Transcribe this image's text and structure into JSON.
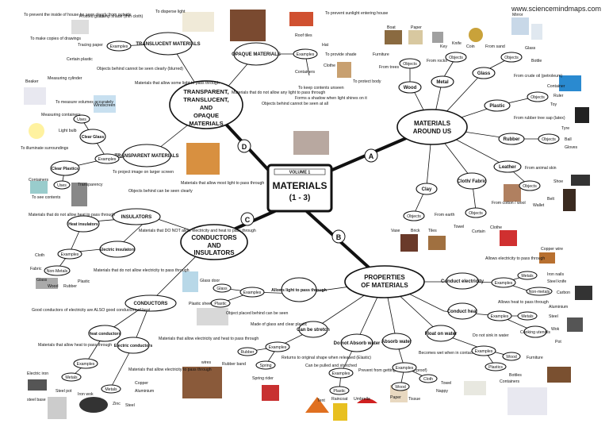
{
  "site": "www.sciencemindmaps.com",
  "center": {
    "volume": "VOLUME 1",
    "title": "MATERIALS",
    "sub": "(1 - 3)"
  },
  "letters": {
    "a": "A",
    "b": "B",
    "c": "C",
    "d": "D"
  },
  "around": {
    "title": "MATERIALS AROUND US",
    "wood": "Wood",
    "metal": "Metal",
    "glass": "Glass",
    "plastic": "Plastic",
    "rubber": "Rubber",
    "leather": "Leather",
    "cloth": "Cloth/ Fabric",
    "clay": "Clay",
    "objects": "Objects",
    "from_trees": "From trees",
    "from_rocks": "From rocks",
    "from_sand": "From sand",
    "from_crude": "From crude oil (petroleum)",
    "from_rubber_tree": "From rubber tree sap (latex)",
    "from_animal": "From animal skin",
    "from_cotton": "From cotton / wool",
    "from_earth": "From earth",
    "furniture": "Furniture",
    "boat": "Boat",
    "paper": "Paper",
    "key": "Key",
    "knife": "Knife",
    "coin": "Coin",
    "mirror": "Mirror",
    "glass_obj": "Glass",
    "bottle": "Bottle",
    "container": "Container",
    "ruler": "Ruler",
    "toy": "Toy",
    "tyre": "Tyre",
    "ball": "Ball",
    "gloves": "Gloves",
    "shoe": "Shoe",
    "belt": "Belt",
    "wallet": "Wallet",
    "towel": "Towel",
    "curtain": "Curtain",
    "clothe": "Clothe",
    "vase": "Vase",
    "brick": "Brick",
    "tiles": "Tiles"
  },
  "props": {
    "title": "PROPERTIES OF MATERIALS",
    "conduct_elec": "Conduct electricity",
    "conduct_heat": "Conduct heat",
    "float": "Float on water",
    "absorb": "Absorb water",
    "not_absorb": "Do not Absorb water",
    "stretch": "Can be stretch",
    "light": "Allows light to pass through",
    "elec_desc": "Allows electricity to pass through",
    "heat_desc": "Allows heat to pass through",
    "float_desc": "Do not sink in water",
    "absorb_desc": "Becomes wet when in contact with water",
    "not_absorb_desc": "Prevent from getting wet (Waterproof)",
    "stretch_desc": "Can be pulled and stretched",
    "stretch_desc2": "Returns to original shape when released (Elastic)",
    "light_desc": "Object placed behind can be seen",
    "light_desc2": "Made of glass and clear plastic",
    "examples": "Examples",
    "metals": "Metals",
    "non_metals": "Non-metals",
    "iron_nails": "Iron nails",
    "steel_knife": "Steel knife",
    "carbon": "Carbon",
    "copper_wire": "Copper wire",
    "aluminium": "Aluminium",
    "steel": "Steel",
    "cooking": "Cooking utensils",
    "wok": "Wok",
    "pot": "Pot",
    "wood": "Wood",
    "plastics": "Plastics",
    "furniture": "Furniture",
    "bottles": "Bottles",
    "containers": "Containers",
    "cloth": "Cloth",
    "towel": "Towel",
    "nappy": "Nappy",
    "paper": "Paper",
    "tissue": "Tissue",
    "plastic": "Plastic",
    "tent": "Tent",
    "raincoat": "Raincoat",
    "umbrella": "Umbrella",
    "rubber": "Rubber",
    "rubber_band": "Rubber band",
    "spring": "Spring",
    "spring_rider": "Spring rider",
    "glass": "Glass",
    "glass_door": "Glass door",
    "plastic_sheet": "Plastic sheet"
  },
  "conductors": {
    "title": "CONDUCTORS AND INSULATORS",
    "insulators": "INSULATORS",
    "conductors": "CONDUCTORS",
    "ins_desc": "Materials that DO NOT allow electricity and heat to pass through",
    "con_desc": "Materials that allow electricity and heat to pass through",
    "heat_ins": "Heat insulators",
    "elec_ins": "Electric insulators",
    "heat_con": "Heat conductors",
    "elec_con": "Electric conductors",
    "heat_ins_desc": "Materials that do not allow heat to pass through",
    "elec_ins_desc": "Materials that do not allow electricity to pass through",
    "heat_con_desc": "Materials that allow heat to pass through",
    "elec_con_desc": "Materials that allow electricity to pass through",
    "good": "Good conductors of electricity are ALSO good conductors of heat",
    "examples": "Examples",
    "non_metals": "Non-Metals",
    "metals": "Metals",
    "metal": "Metals",
    "cloth": "Cloth",
    "fabric": "Fabric",
    "glass": "Glass",
    "wood": "Wood",
    "rubber": "Rubber",
    "plastic": "Plastic",
    "iron": "Iron",
    "electric_iron": "Electric iron",
    "steel_pot": "Steel pot",
    "steel_base": "steel base",
    "iron_wok": "Iron wok",
    "zinc": "Zinc",
    "steel": "Steel",
    "copper": "Copper",
    "aluminium": "Aluminium",
    "wires": "wires"
  },
  "tto": {
    "title": "TRANSPARENT, TRANSLUCENT, AND OPAQUE MATERIALS",
    "translucent": "TRANSLUCENT MATERIALS",
    "opaque": "OPAQUE MATERIALS",
    "transparent": "TRANSPARENT MATERIALS",
    "trans_desc": "Materials that allow some light to pass through",
    "trans_desc2": "Objects behind cannot be seen clearly (blurred)",
    "opq_desc": "Materials that do not allow any light to pass through",
    "opq_desc2": "Objects behind cannot be seen at all",
    "opq_desc3": "Forms a shadow when light shines on it",
    "tsp_desc": "Materials that allow most light to pass through",
    "tsp_desc2": "Objects behind can be seen clearly",
    "examples": "Examples",
    "uses": "Uses",
    "frosted": "Frosted glass",
    "tracing": "Tracing paper",
    "lamp": "Lamp shade (thin cloth)",
    "certain_plastic": "Certain plastic",
    "to_prevent": "To prevent the inside of house be seen clearly from outside",
    "to_make": "To make copies of drawings",
    "to_disperse": "To disperse light",
    "roof_tiles": "Roof tiles",
    "hat": "Hat",
    "clothe": "Clothe",
    "containers": "Containers",
    "to_prevent_sun": "To prevent sunlight entering house",
    "to_provide_shade": "To provide shade",
    "to_keep": "To keep contents unseen",
    "to_protect": "To protect body",
    "clear_glass": "Clear Glass",
    "clear_plastics": "Clear Plastics",
    "windscreen": "Windscreen",
    "measuring": "Measuring containers",
    "light_bulb": "Light bulb",
    "beaker": "Beaker",
    "cylinder": "Measuring cylinder",
    "to_measure": "To measure volumes accurately",
    "to_illuminate": "To illuminate surroundings",
    "to_project": "To project image on larger screen",
    "transparency": "Transparency",
    "to_see": "To see contents"
  }
}
